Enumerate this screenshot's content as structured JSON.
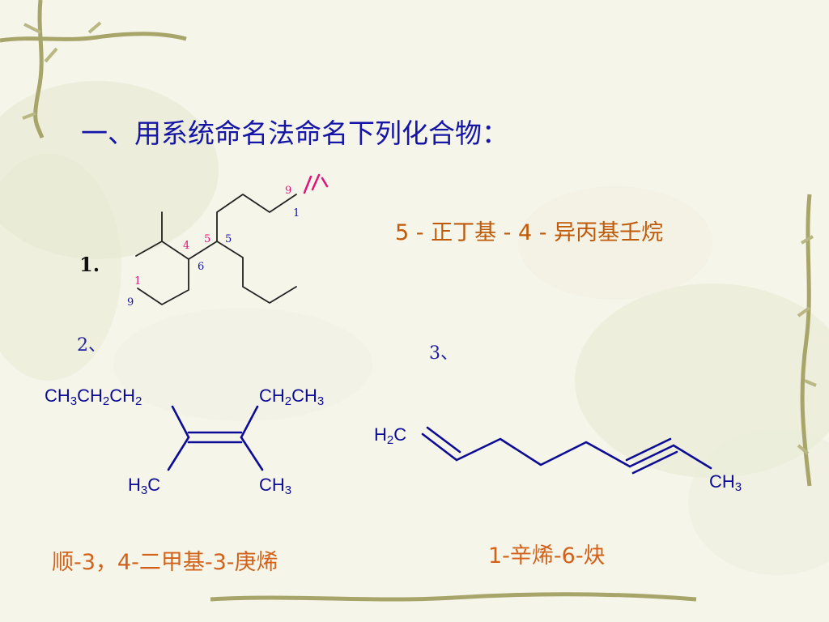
{
  "slide": {
    "title": "一、用系统命名法命名下列化合物：",
    "colors": {
      "title": "#1515a8",
      "answer": "#d2621a",
      "structure": "#0c0c96",
      "locant_pink": "#e0137a"
    }
  },
  "q1": {
    "number": "1.",
    "answer": "5 - 正丁基 - 4 - 异丙基壬烷",
    "locants": {
      "l9_top": "9",
      "l1_top": "1",
      "l4": "4",
      "l5a": "5",
      "l5b": "5",
      "l6": "6",
      "l1_bottom": "1",
      "l9_bottom": "9"
    }
  },
  "q2": {
    "number": "2、",
    "answer": "顺-3，4-二甲基-3-庚烯",
    "groups": {
      "top_left": [
        "CH",
        "3",
        "CH",
        "2",
        "CH",
        "2"
      ],
      "top_right": [
        "CH",
        "2",
        "CH",
        "3"
      ],
      "bottom_left": [
        "H",
        "3",
        "C"
      ],
      "bottom_right": [
        "CH",
        "3"
      ]
    }
  },
  "q3": {
    "number": "3、",
    "answer": "1-辛烯-6-炔",
    "groups": {
      "left": [
        "H",
        "2",
        "C"
      ],
      "right": [
        "CH",
        "3"
      ]
    }
  }
}
